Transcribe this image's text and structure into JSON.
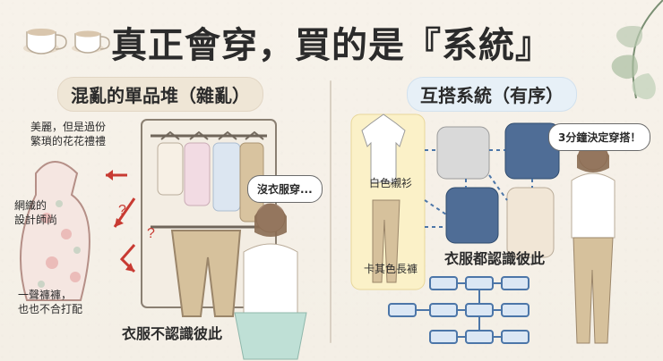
{
  "title": "真正會穿，買的是『系統』",
  "left": {
    "heading": "混亂的單品堆（雜亂）",
    "note_top": "美麗，但是過份\n繁瑣的花花禮禮",
    "note_mid": "網織的\n設計師尚",
    "note_bottom": "一聲褲褲，\n也也不合打配",
    "speech": "沒衣服穿...",
    "caption": "衣服不認識彼此"
  },
  "right": {
    "heading": "互搭系統（有序）",
    "speech": "3分鐘決定穿搭！",
    "label_shirt": "白色襯衫",
    "label_pants": "卡其色長褲",
    "caption": "衣服都認識彼此"
  },
  "colors": {
    "accent_red": "#c83a32",
    "accent_blue": "#4c76a8",
    "accent_cream": "#efe6d6"
  }
}
